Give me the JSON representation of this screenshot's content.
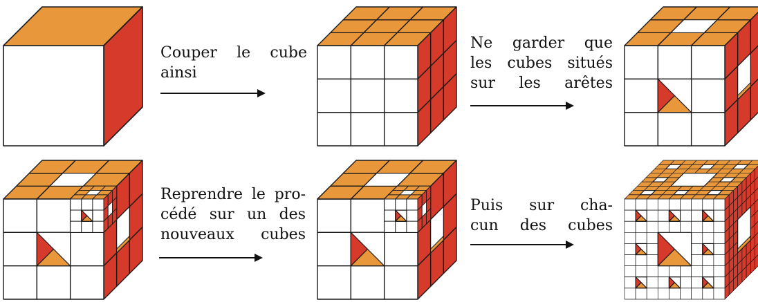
{
  "colors": {
    "top": "#E8973A",
    "side": "#D63A2A",
    "front": "#FFFFFF",
    "line": "#1A1A1A"
  },
  "steps": {
    "cut": {
      "line1": "Couper le cube",
      "line2": "ainsi"
    },
    "keep": {
      "line1": "Ne garder que",
      "line2": "les cubes situés",
      "line3": "sur les arêtes"
    },
    "repeat": {
      "line1": "Reprendre le pro-",
      "line2": "cédé sur un des",
      "line3": "nouveaux cubes"
    },
    "each": {
      "line1": "Puis sur cha-",
      "line2": "cun des cubes"
    }
  },
  "figures": [
    {
      "name": "cube-plain",
      "level": 0
    },
    {
      "name": "cube-cut",
      "level": 1
    },
    {
      "name": "cube-edges",
      "level": 1
    },
    {
      "name": "cube-one-refined",
      "level": 2
    },
    {
      "name": "cube-one-refined-colored",
      "level": 2
    },
    {
      "name": "cube-all-refined",
      "level": 2
    }
  ]
}
